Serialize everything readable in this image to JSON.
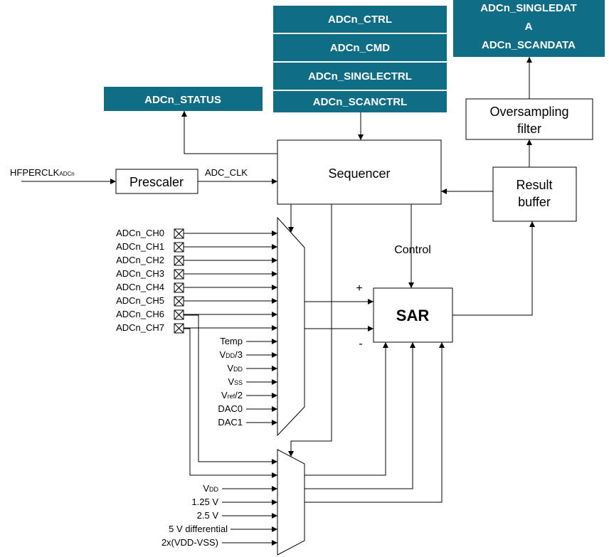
{
  "registers": {
    "ctrl": "ADCn_CTRL",
    "cmd": "ADCn_CMD",
    "singlectrl": "ADCn_SINGLECTRL",
    "scanctrl": "ADCn_SCANCTRL",
    "status": "ADCn_STATUS",
    "singledata_line1": "ADCn_SINGLEDAT",
    "singledata_line2": "A",
    "scandata": "ADCn_SCANDATA"
  },
  "clock": {
    "input_main": "HFPERCLK",
    "input_sub": "ADCn",
    "prescaler": "Prescaler",
    "adc_clk": "ADC_CLK"
  },
  "blocks": {
    "sequencer": "Sequencer",
    "oversampling_line1": "Oversampling",
    "oversampling_line2": "filter",
    "result_line1": "Result",
    "result_line2": "buffer",
    "sar": "SAR",
    "control": "Control",
    "plus": "+",
    "minus": "-"
  },
  "channels": [
    "ADCn_CH0",
    "ADCn_CH1",
    "ADCn_CH2",
    "ADCn_CH3",
    "ADCn_CH4",
    "ADCn_CH5",
    "ADCn_CH6",
    "ADCn_CH7"
  ],
  "mux1_inputs": {
    "temp": "Temp",
    "vdd3_main": "V",
    "vdd3_sub": "DD",
    "vdd3_tail": "/3",
    "vdd_main": "V",
    "vdd_sub": "DD",
    "vss_main": "V",
    "vss_sub": "SS",
    "vref2_main": "V",
    "vref2_sub": "ref",
    "vref2_tail": "/2",
    "dac0": "DAC0",
    "dac1": "DAC1"
  },
  "mux2_inputs": {
    "vdd_main": "V",
    "vdd_sub": "DD",
    "v125": "1.25 V",
    "v25": "2.5 V",
    "v5diff": "5 V differential",
    "v2x": "2x(VDD-VSS)"
  },
  "colors": {
    "register_fill": "#0f6d86",
    "line": "#000000"
  }
}
